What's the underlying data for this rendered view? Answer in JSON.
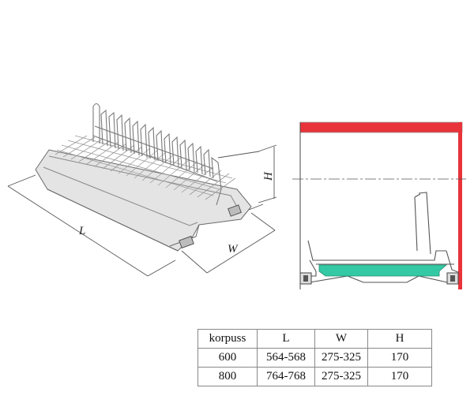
{
  "labels": {
    "length": "L",
    "width": "W",
    "height": "H"
  },
  "colors": {
    "cabinet_top": "#e8333a",
    "cabinet_wall": "#e8333a",
    "tray": "#33c9a4",
    "line": "#555555"
  },
  "spec_table": {
    "headers": [
      "korpuss",
      "L",
      "W",
      "H"
    ],
    "rows": [
      [
        "600",
        "564-568",
        "275-325",
        "170"
      ],
      [
        "800",
        "764-768",
        "275-325",
        "170"
      ]
    ]
  }
}
